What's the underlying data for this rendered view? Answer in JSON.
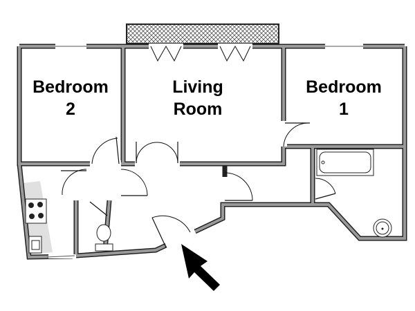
{
  "rooms": {
    "bedroom2": {
      "line1": "Bedroom",
      "line2": "2"
    },
    "living": {
      "line1": "Living",
      "line2": "Room"
    },
    "bedroom1": {
      "line1": "Bedroom",
      "line2": "1"
    }
  },
  "icons": [
    "entrance-arrow-icon",
    "stove-icon",
    "sink-icon",
    "toilet-icon",
    "bathtub-icon",
    "washbasin-icon"
  ],
  "colors": {
    "wall": "#9a9a9a",
    "outline": "#222222",
    "counter": "#e0e0e0"
  }
}
